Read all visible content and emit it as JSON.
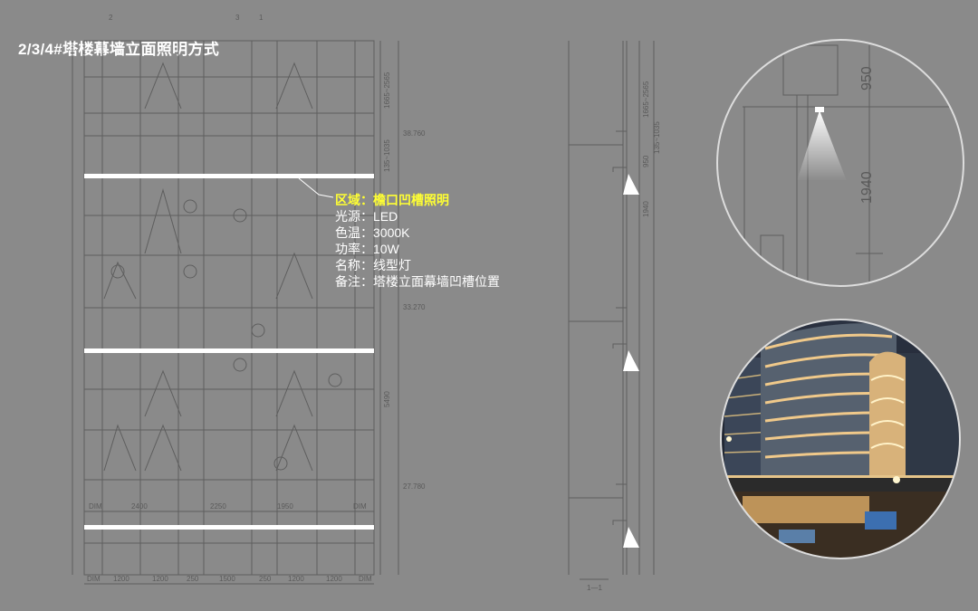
{
  "title": "2/3/4#塔楼幕墙立面照明方式",
  "annotation": {
    "region": "区域：檐口凹槽照明",
    "source": "光源：LED",
    "color_temp": "色温：3000K",
    "power": "功率：10W",
    "name": "名称：线型灯",
    "note": "备注：塔楼立面幕墙凹槽位置"
  },
  "elevation": {
    "top_dims": [
      "2",
      "3",
      "1"
    ],
    "bottom_dims": [
      "DIM",
      "1200",
      "1200",
      "250",
      "1500",
      "250",
      "1200",
      "1200",
      "DIM"
    ],
    "mid_dims": [
      "DIM",
      "2400",
      "2250",
      "1950",
      "DIM"
    ],
    "levels": [
      "38.760",
      "33.270",
      "27.780"
    ],
    "side_dims": [
      "1665~2565",
      "135~1035",
      "5490"
    ]
  },
  "section": {
    "label": "1—1",
    "dims": [
      "1665~2565",
      "135~1035",
      "950",
      "1940"
    ]
  },
  "detail": {
    "dim_top": "950",
    "dim_bottom": "1940"
  },
  "colors": {
    "background": "#8a8a8a",
    "title": "#ffffff",
    "highlight": "#ffff33",
    "light_strip": "#ffffff",
    "drawing_line": "#5e5e5e"
  }
}
